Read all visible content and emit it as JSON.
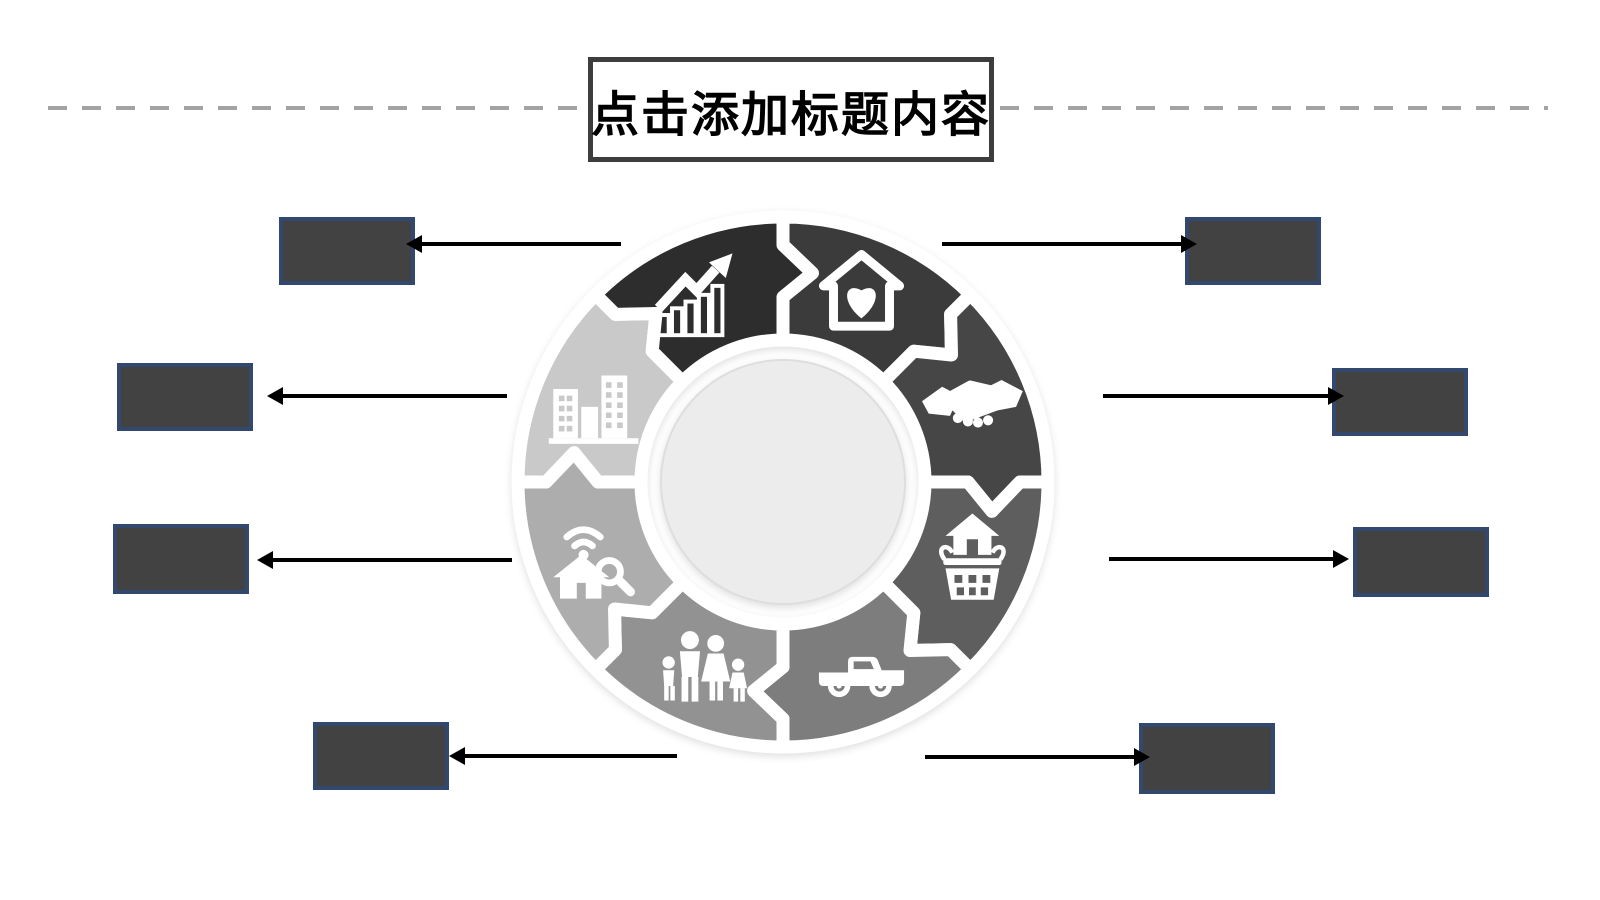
{
  "slide": {
    "title": "点击添加标题内容",
    "background": "#ffffff",
    "dashed_line_color": "#a3a3a3",
    "title_box": {
      "fill": "#ffffff",
      "border_color": "#3d3d3d",
      "text_color": "#000000"
    }
  },
  "wheel": {
    "center_fill": "#ececec",
    "center_edge_color": "#dedede",
    "gap_color": "#ffffff",
    "icon_color": "#ffffff",
    "segments": [
      {
        "name": "home-love",
        "icon": "house-heart-icon",
        "color": "#3b3b3b"
      },
      {
        "name": "partnership",
        "icon": "handshake-icon",
        "color": "#464646"
      },
      {
        "name": "home-shopping",
        "icon": "house-basket-icon",
        "color": "#5e5e5e"
      },
      {
        "name": "car",
        "icon": "car-icon",
        "color": "#7d7d7d"
      },
      {
        "name": "family",
        "icon": "family-icon",
        "color": "#929292"
      },
      {
        "name": "home-search",
        "icon": "home-search-icon",
        "color": "#adadad"
      },
      {
        "name": "city-buildings",
        "icon": "buildings-icon",
        "color": "#c9c9c9"
      },
      {
        "name": "growth",
        "icon": "growth-chart-icon",
        "color": "#2d2d2d"
      }
    ]
  },
  "callouts": {
    "fill": "#424242",
    "border_color": "#33486e",
    "arrow_color": "#000000",
    "items": [
      {
        "id": "top-left",
        "label": "",
        "direction": "left"
      },
      {
        "id": "top-right",
        "label": "",
        "direction": "right"
      },
      {
        "id": "left-upper",
        "label": "",
        "direction": "left"
      },
      {
        "id": "right-upper",
        "label": "",
        "direction": "right"
      },
      {
        "id": "left-lower",
        "label": "",
        "direction": "left"
      },
      {
        "id": "right-lower",
        "label": "",
        "direction": "right"
      },
      {
        "id": "bottom-left",
        "label": "",
        "direction": "left"
      },
      {
        "id": "bottom-right",
        "label": "",
        "direction": "right"
      }
    ]
  }
}
